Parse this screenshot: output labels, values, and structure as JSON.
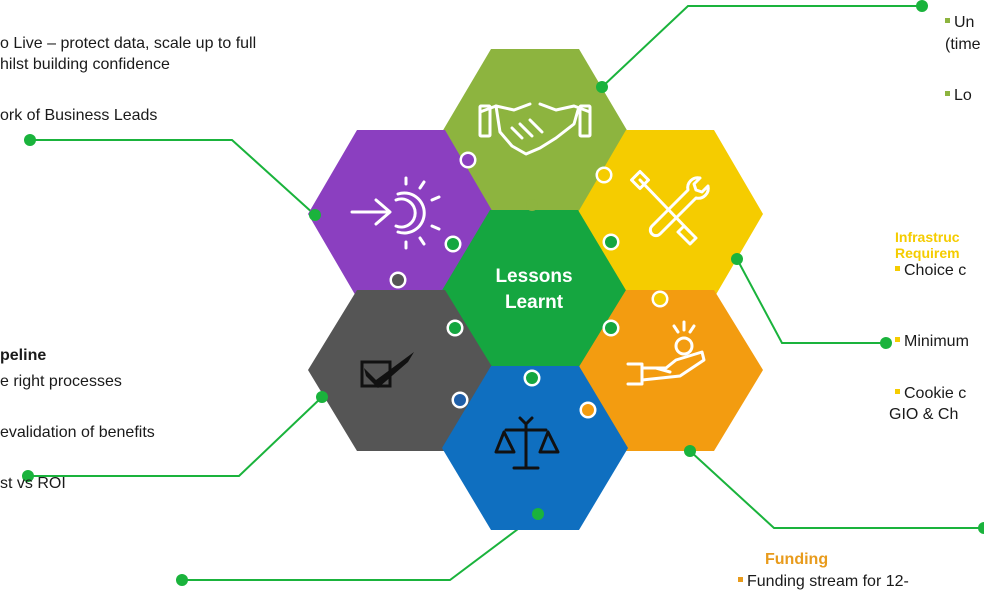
{
  "colors": {
    "green_top": "#8db43f",
    "purple": "#8b3fc0",
    "yellow": "#f5cc00",
    "center_green": "#15a640",
    "dark_grey": "#555555",
    "orange": "#f39c10",
    "blue": "#0f6fc0",
    "connector_green": "#1ab33c",
    "connector_blue": "#1f5fa8",
    "heading_orange": "#e89b1c",
    "bullet_green": "#8db43f",
    "bullet_yellow": "#f5cc00"
  },
  "center": {
    "line1": "Lessons",
    "line2": "Learnt"
  },
  "icons": {
    "top": "handshake-icon",
    "left_top": "arrow-gear-icon",
    "right_top": "screwdriver-wrench-icon",
    "left_bottom": "checked-box-icon",
    "right_bottom": "hand-coin-icon",
    "bottom": "scales-icon"
  },
  "left_text": {
    "line1": "o Live – protect data, scale up to full",
    "line2": "hilst building confidence",
    "line3": "ork of Business Leads",
    "pipeline_head": "peline",
    "line4": "e right processes",
    "line5": "evalidation of benefits",
    "line6": "st vs ROI"
  },
  "right_text": {
    "bullet1a": "Un",
    "bullet1b": "(time",
    "bullet2": "Lo",
    "infra_head1": "Infrastruc",
    "infra_head2": "Requirem",
    "infra_b1": "Choice c",
    "infra_b2": "Minimum",
    "infra_b3": "Cookie c",
    "infra_b3b": "GIO & Ch",
    "funding_head": "Funding",
    "funding_b1": "Funding stream for 12-"
  }
}
